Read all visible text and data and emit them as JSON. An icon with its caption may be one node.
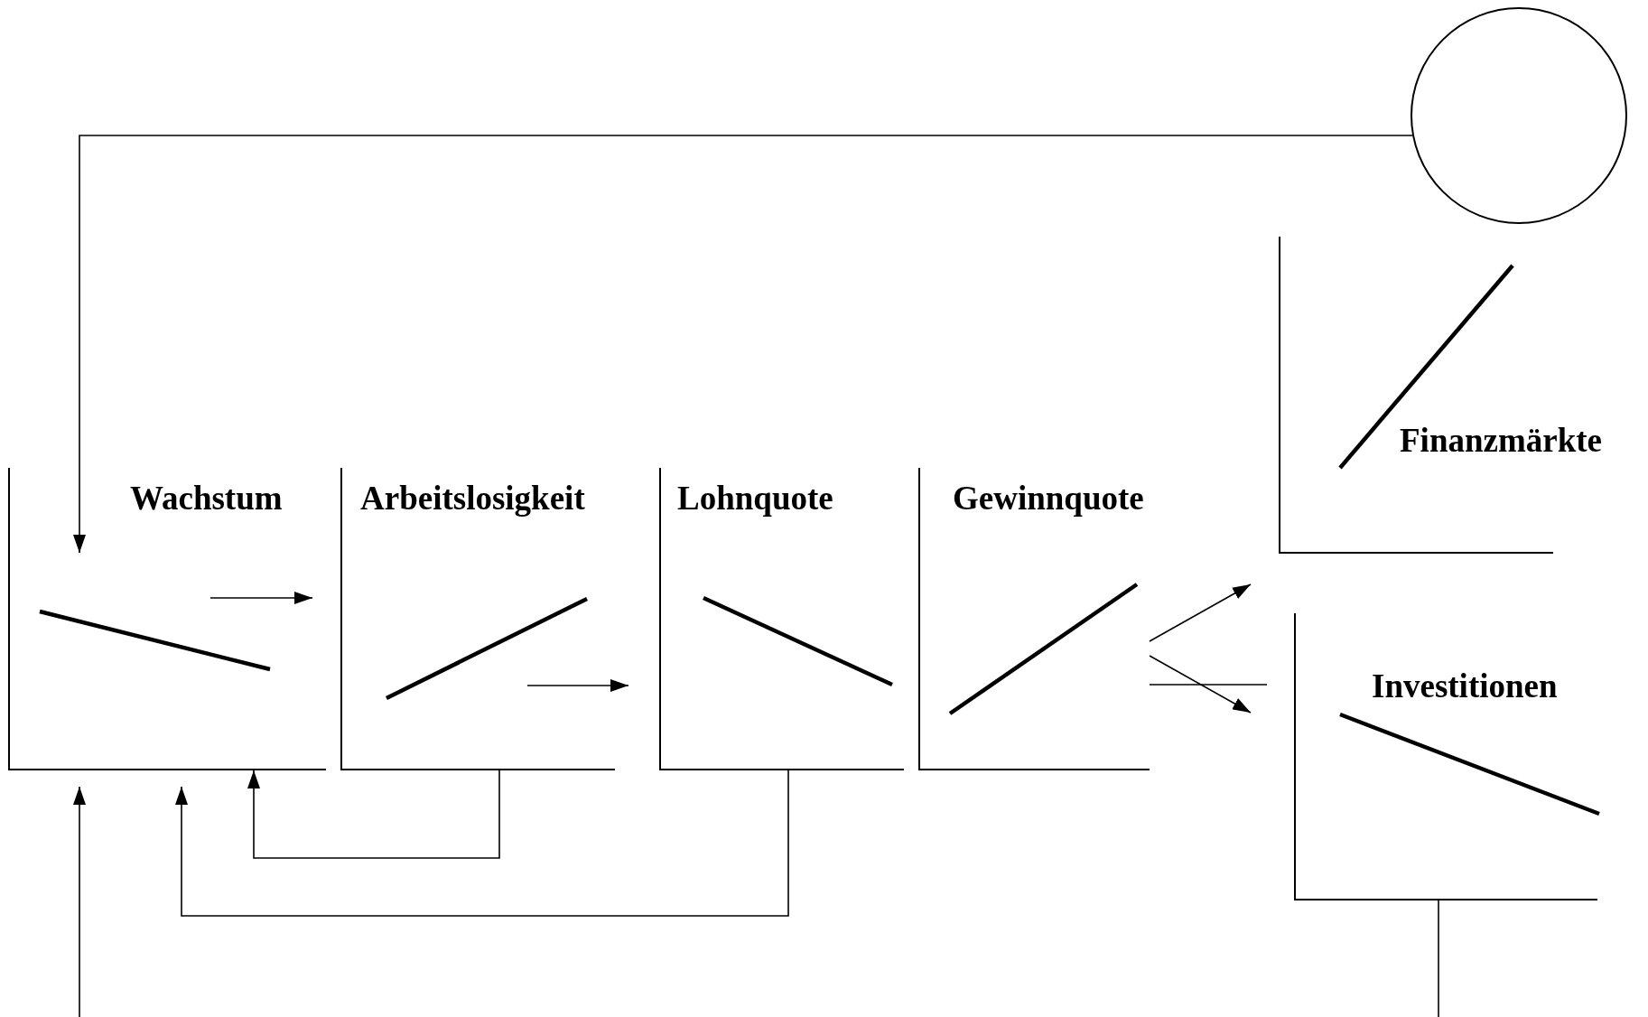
{
  "diagram": {
    "nodes": [
      {
        "text": [
          "Wachstum"
        ]
      },
      {
        "text": [
          "Arbeitslosigkeit"
        ]
      },
      {
        "text": [
          "Lohnquote"
        ]
      },
      {
        "text": [
          "Gewinnquote"
        ]
      },
      {
        "text": [
          "Finanzmärkte"
        ]
      },
      {
        "text": [
          "Investitionen"
        ]
      },
      {
        "text": [],
        "shape": "circle"
      }
    ],
    "edges": [
      {
        "from": 6,
        "to": 0,
        "arrow": "to"
      },
      {
        "from": 0,
        "to": 1,
        "arrow": "to"
      },
      {
        "from": 1,
        "to": 2,
        "arrow": "to"
      },
      {
        "from": 3,
        "to": 4,
        "arrow": "to"
      },
      {
        "from": 3,
        "to": 5,
        "arrow": "to"
      },
      {
        "from": 3,
        "to": null,
        "arrow": "none"
      },
      {
        "from": 1,
        "to": 0,
        "arrow": "to"
      },
      {
        "from": 2,
        "to": 0,
        "arrow": "to"
      },
      {
        "from": 5,
        "to": null,
        "arrow": "none"
      },
      {
        "from": null,
        "to": 0,
        "arrow": "to"
      }
    ]
  }
}
